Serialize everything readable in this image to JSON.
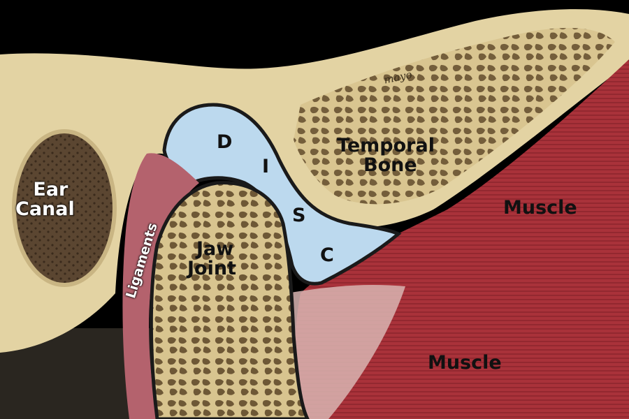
{
  "figure": {
    "labels": {
      "ear_canal": [
        "Ear",
        "Canal"
      ],
      "ligaments": "Ligaments",
      "jaw_joint": [
        "Jaw",
        "Joint"
      ],
      "disc_letters": [
        "D",
        "I",
        "S",
        "C"
      ],
      "temporal_bone": [
        "Temporal",
        "Bone"
      ],
      "muscle_upper": "Muscle",
      "muscle_lower": "Muscle",
      "signature": "mayo"
    },
    "colors": {
      "background": "#000000",
      "bone": "#e3d3a3",
      "bone_dark": "#6e5836",
      "disc": "#bcd9ee",
      "muscle": "#a9323a",
      "muscle_light": "#d9b5b3",
      "ligament": "#b4626d"
    }
  }
}
